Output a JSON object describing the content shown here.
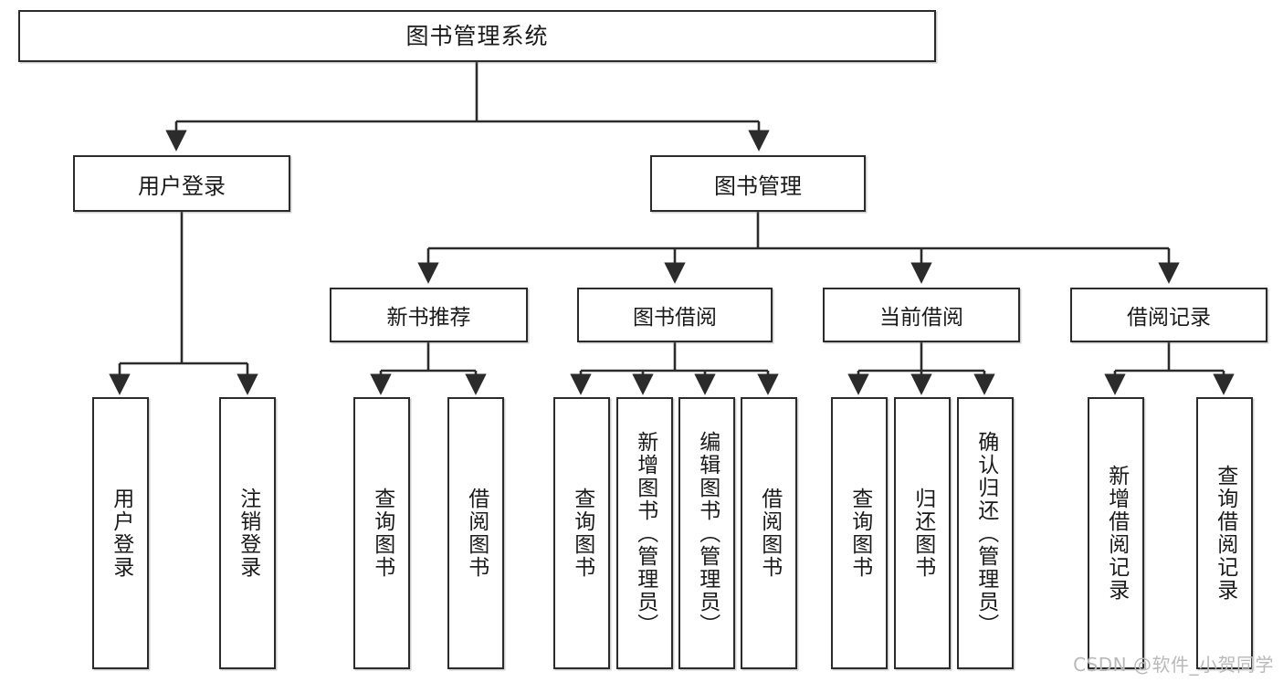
{
  "diagram": {
    "type": "tree-hierarchy",
    "title": "图书管理系统",
    "watermark": "CSDN @软件_小贺同学",
    "colors": {
      "stroke": "#2b2b2b",
      "fill": "#ffffff",
      "text": "#1a1a1a",
      "watermark": "#b9b9b9"
    },
    "nodes": {
      "root": {
        "label": "图书管理系统",
        "level": 1,
        "orientation": "horizontal"
      },
      "login": {
        "label": "用户登录",
        "level": 2,
        "orientation": "horizontal"
      },
      "bookmgmt": {
        "label": "图书管理",
        "level": 2,
        "orientation": "horizontal"
      },
      "newbook": {
        "label": "新书推荐",
        "level": 3,
        "orientation": "horizontal"
      },
      "borrow": {
        "label": "图书借阅",
        "level": 3,
        "orientation": "horizontal"
      },
      "current": {
        "label": "当前借阅",
        "level": 3,
        "orientation": "horizontal"
      },
      "record": {
        "label": "借阅记录",
        "level": 3,
        "orientation": "horizontal"
      },
      "leaf_user_login": {
        "label": "用户登录",
        "level": 4,
        "orientation": "vertical"
      },
      "leaf_user_logout": {
        "label": "注销登录",
        "level": 4,
        "orientation": "vertical"
      },
      "leaf_nb_query": {
        "label": "查询图书",
        "level": 4,
        "orientation": "vertical"
      },
      "leaf_nb_borrow": {
        "label": "借阅图书",
        "level": 4,
        "orientation": "vertical"
      },
      "leaf_bo_query": {
        "label": "查询图书",
        "level": 4,
        "orientation": "vertical"
      },
      "leaf_bo_add": {
        "label": "新增图书（管理员）",
        "level": 4,
        "orientation": "vertical"
      },
      "leaf_bo_edit": {
        "label": "编辑图书（管理员）",
        "level": 4,
        "orientation": "vertical"
      },
      "leaf_bo_borrow": {
        "label": "借阅图书",
        "level": 4,
        "orientation": "vertical"
      },
      "leaf_cu_query": {
        "label": "查询图书",
        "level": 4,
        "orientation": "vertical"
      },
      "leaf_cu_return": {
        "label": "归还图书",
        "level": 4,
        "orientation": "vertical"
      },
      "leaf_cu_confirm": {
        "label": "确认归还（管理员）",
        "level": 4,
        "orientation": "vertical"
      },
      "leaf_rc_add": {
        "label": "新增借阅记录",
        "level": 4,
        "orientation": "vertical"
      },
      "leaf_rc_query": {
        "label": "查询借阅记录",
        "level": 4,
        "orientation": "vertical"
      }
    },
    "edges": [
      {
        "from": "root",
        "to": "login"
      },
      {
        "from": "root",
        "to": "bookmgmt"
      },
      {
        "from": "login",
        "to": "leaf_user_login"
      },
      {
        "from": "login",
        "to": "leaf_user_logout"
      },
      {
        "from": "bookmgmt",
        "to": "newbook"
      },
      {
        "from": "bookmgmt",
        "to": "borrow"
      },
      {
        "from": "bookmgmt",
        "to": "current"
      },
      {
        "from": "bookmgmt",
        "to": "record"
      },
      {
        "from": "newbook",
        "to": "leaf_nb_query"
      },
      {
        "from": "newbook",
        "to": "leaf_nb_borrow"
      },
      {
        "from": "borrow",
        "to": "leaf_bo_query"
      },
      {
        "from": "borrow",
        "to": "leaf_bo_add"
      },
      {
        "from": "borrow",
        "to": "leaf_bo_edit"
      },
      {
        "from": "borrow",
        "to": "leaf_bo_borrow"
      },
      {
        "from": "current",
        "to": "leaf_cu_query"
      },
      {
        "from": "current",
        "to": "leaf_cu_return"
      },
      {
        "from": "current",
        "to": "leaf_cu_confirm"
      },
      {
        "from": "record",
        "to": "leaf_rc_add"
      },
      {
        "from": "record",
        "to": "leaf_rc_query"
      }
    ]
  }
}
